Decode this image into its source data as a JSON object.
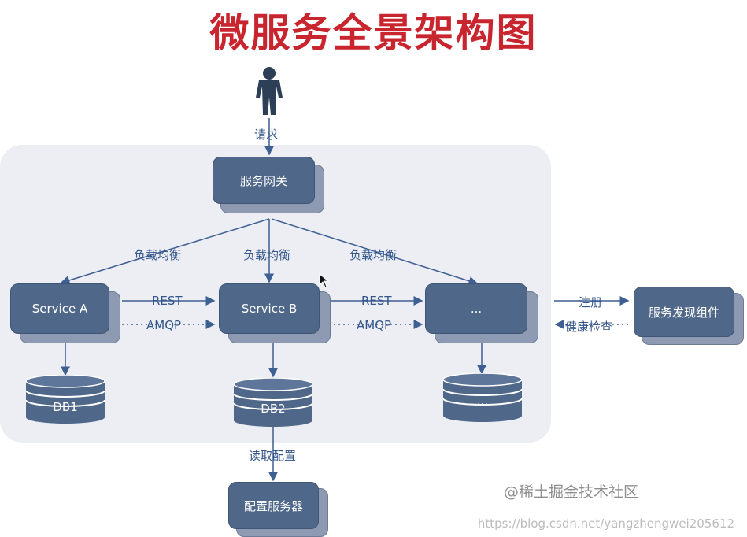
{
  "title": "微服务全景架构图",
  "labels": {
    "request": "请求",
    "gateway": "服务网关",
    "lb1": "负载均衡",
    "lb2": "负载均衡",
    "lb3": "负载均衡",
    "service_a": "Service A",
    "service_b": "Service B",
    "service_c": "...",
    "rest1": "REST",
    "amqp1": "AMQP",
    "rest2": "REST",
    "amqp2": "AMQP",
    "register": "注册",
    "health_check": "健康检查",
    "discovery": "服务发现组件",
    "db1": "DB1",
    "db2": "DB2",
    "db3": "...",
    "read_config": "读取配置",
    "config_server": "配置服务器"
  },
  "watermark": {
    "brand": "@稀土掘金技术社区",
    "url": "https://blog.csdn.net/yangzhengwei205612"
  },
  "colors": {
    "title": "#c8252f",
    "node": "#4f6789",
    "panel": "#eceef4",
    "line": "#3d5f92"
  }
}
